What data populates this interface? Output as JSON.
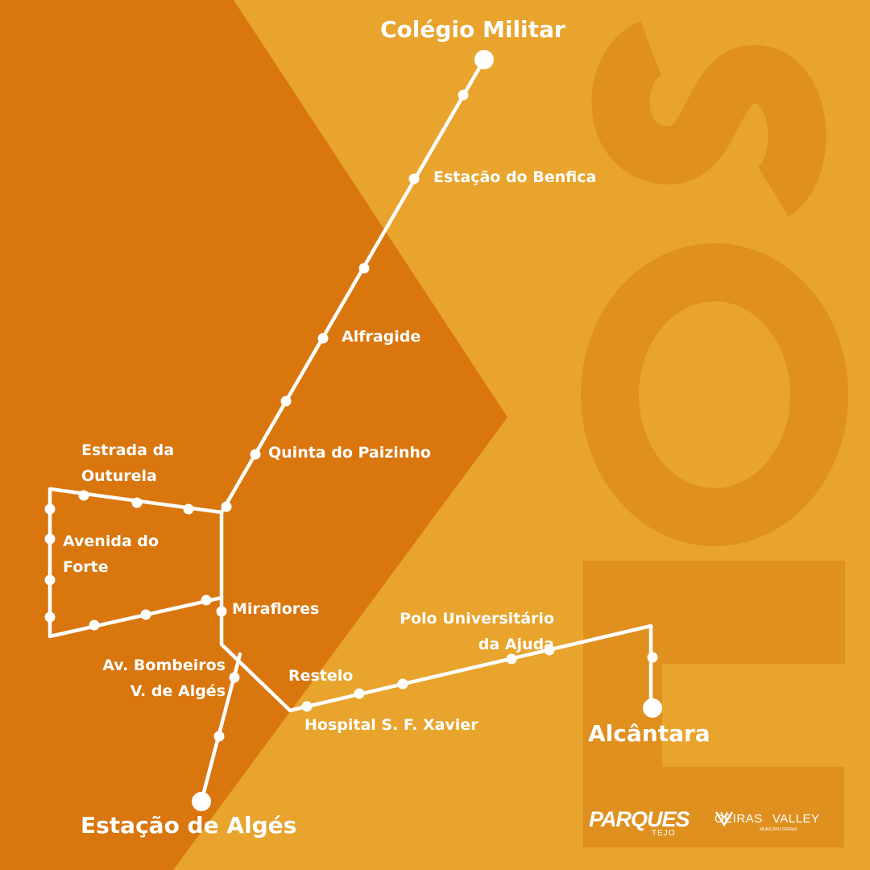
{
  "colors": {
    "background": "#E8A42C",
    "arrow": "#D9760E",
    "watermark": "#DF901F",
    "route": "#FFFFFF",
    "text": "#FFFFFF"
  },
  "watermark": {
    "text": "SOL"
  },
  "terminals": {
    "colegio_militar": "Colégio Militar",
    "estacao_de_alges": "Estação de Algés",
    "alcantara": "Alcântara"
  },
  "stops": {
    "estacao_do_benfica": "Estação do Benfica",
    "alfragide": "Alfragide",
    "quinta_do_paizinho": "Quinta do Paizinho",
    "estrada_da_outurela": [
      "Estrada da",
      "Outurela"
    ],
    "avenida_do_forte": [
      "Avenida do",
      "Forte"
    ],
    "miraflores": "Miraflores",
    "av_bombeiros": [
      "Av. Bombeiros",
      "V. de Algés"
    ],
    "restelo": "Restelo",
    "hospital": "Hospital S. F. Xavier",
    "polo_universitario": [
      "Polo Universitário",
      "da Ajuda"
    ]
  },
  "logos": {
    "parques": "PARQUES",
    "parques_sub": "TEJO",
    "oeiras": "OEIRAS",
    "valley": "VALLEY",
    "municipio": "MUNICÍPIO OEIRAS"
  }
}
